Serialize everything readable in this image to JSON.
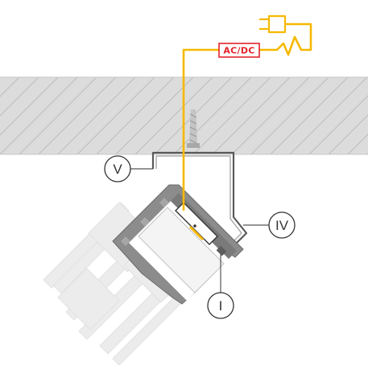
{
  "power": {
    "converter_label": "AC/DC",
    "plug_icon": "power-plug-icon"
  },
  "callouts": [
    {
      "id": "V",
      "label": "V"
    },
    {
      "id": "IV",
      "label": "IV"
    },
    {
      "id": "I",
      "label": "I"
    }
  ],
  "colors": {
    "cable": "#f5b800",
    "converter": "#e2232a",
    "profile": "#8a8a8a",
    "profile_dark": "#6f6f6f",
    "bracket": "#555555",
    "ceiling_fill": "#d8d8d8",
    "hatch": "#bcbcbc",
    "ghost": "#e9e9e9"
  }
}
